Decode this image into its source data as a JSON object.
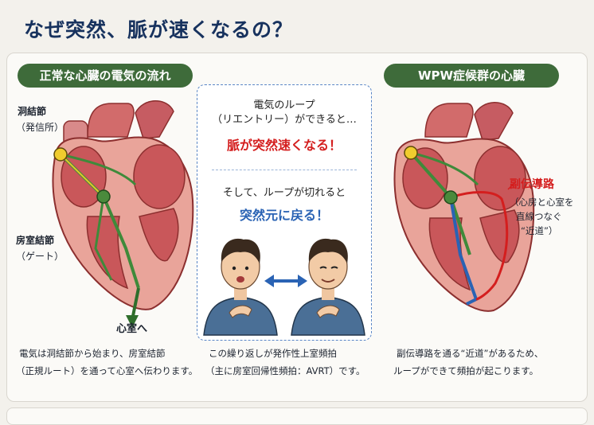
{
  "title": "なぜ突然、脈が速くなるの？",
  "left": {
    "header": "正常な心臓の電気の流れ",
    "sa_node": "洞結節",
    "sa_node_sub": "（発信所）",
    "av_node": "房室結節",
    "av_node_sub": "（ゲート）",
    "to_ventricle": "心室へ",
    "caption_1": "電気は洞結節から始まり、房室結節",
    "caption_2": "（正規ルート）を通って心室へ伝わります。"
  },
  "middle": {
    "line_1": "電気のループ",
    "line_2": "（リエントリー）ができると…",
    "highlight_1": "脈が突然速くなる！",
    "line_3": "そして、ループが切れると",
    "highlight_2": "突然元に戻る！",
    "caption_1": "この繰り返しが発作性上室頻拍",
    "caption_2": "（主に房室回帰性頻拍：AVRT）です。"
  },
  "right": {
    "header": "WPW症候群の心臓",
    "accessory": "副伝導路",
    "accessory_sub_1": "（心房と心室を",
    "accessory_sub_2": "直線つなぐ",
    "accessory_sub_3": "“近道”）",
    "caption_1": "副伝導路を通る“近道”があるため、",
    "caption_2": "ループができて頻拍が起こります。"
  },
  "colors": {
    "green_pill": "#3e6b3a",
    "title": "#17325e",
    "alert_red": "#d41e1e",
    "recover_blue": "#2a63b4",
    "heart_red": "#c9575a",
    "conduction_green": "#3f8a3a"
  }
}
